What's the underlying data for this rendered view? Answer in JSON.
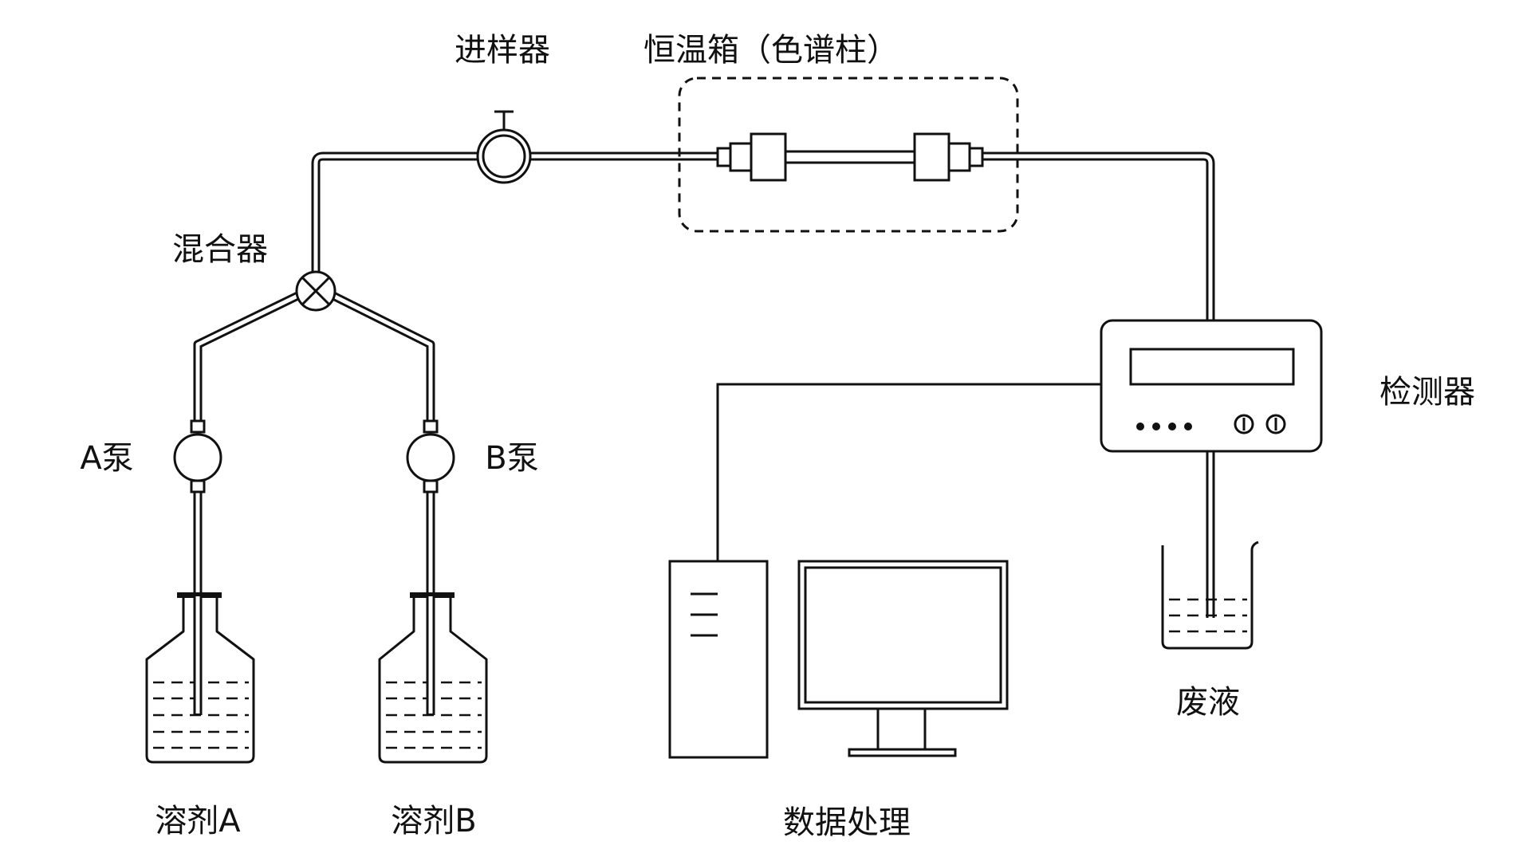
{
  "labels": {
    "injector": "进样器",
    "oven": "恒温箱（色谱柱）",
    "mixer": "混合器",
    "pump_a": "A泵",
    "pump_b": "B泵",
    "solvent_a": "溶剂A",
    "solvent_b": "溶剂B",
    "data_processing": "数据处理",
    "detector": "检测器",
    "waste": "废液"
  },
  "colors": {
    "line": "#111111",
    "background": "#ffffff"
  }
}
